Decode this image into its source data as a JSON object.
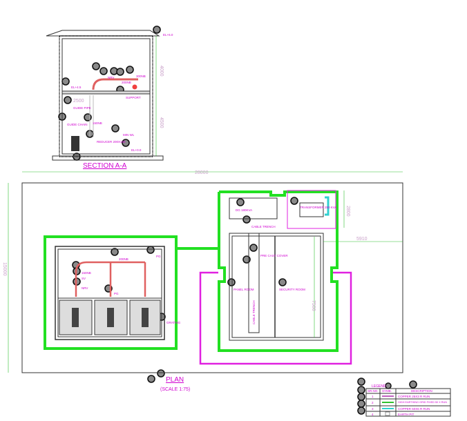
{
  "section": {
    "title": "SECTION A-A",
    "labels": {
      "el_top": "EL+6.0",
      "el_mid": "EL+4.5",
      "el_bottom": "EL+0.0",
      "nrv": "NRV",
      "pipe_200nb": "200NB",
      "support": "SUPPORT",
      "guide_pipe": "GUIDE PIPE",
      "guide_chain": "GUIDE CHAIN",
      "pipe_150nb": "150NB",
      "reducer": "REDUCER 200X100",
      "min_wl": "MIN WL",
      "valve": "300NB"
    },
    "dims": {
      "upper": "4000",
      "lower": "4500",
      "width": "2500"
    }
  },
  "plan": {
    "title": "PLAN",
    "scale": "(SCALE 1:75)",
    "dims": {
      "overall_width": "28000",
      "overall_height": "15000",
      "transformer_h": "2800",
      "offset": "5910",
      "room_h": "7500"
    },
    "pump_labels": {
      "header": "200NB",
      "pipe": "150NB",
      "sv": "SV",
      "nrv": "NRV",
      "pg": "PG",
      "pg2": "PG",
      "grating": "GRATING"
    },
    "room_labels": {
      "dg": "DG 180KVA",
      "cable_trench": "CABLE TRENCH",
      "transformer": "TRANSFORMER 250 KVA",
      "precast": "PRE CAST COVER",
      "cable_trench_v": "CABLE TRENCH",
      "panel_room": "PANEL ROOM",
      "security_room": "SECURITY ROOM"
    }
  },
  "legend": {
    "title": "LEGEND",
    "headers": [
      "SR.NO.",
      "SYMB.",
      "DESCRIPTION"
    ],
    "rows": [
      {
        "no": "1",
        "color": "#c060c0",
        "desc": "COPPER 25X3 R RUN"
      },
      {
        "no": "2",
        "color": "#30c030",
        "desc": "HIGH EARTHING GRID FIXED 50 X RUN"
      },
      {
        "no": "3",
        "color": "#30d0d0",
        "desc": "COPPER 50X6 R RUN"
      },
      {
        "no": "4",
        "color": "#ffffff",
        "desc": "EARTH PIT"
      }
    ]
  },
  "colors": {
    "wall": "#22e022",
    "earth": "#e020e0",
    "pipe": "#e03030",
    "line": "#333333"
  }
}
